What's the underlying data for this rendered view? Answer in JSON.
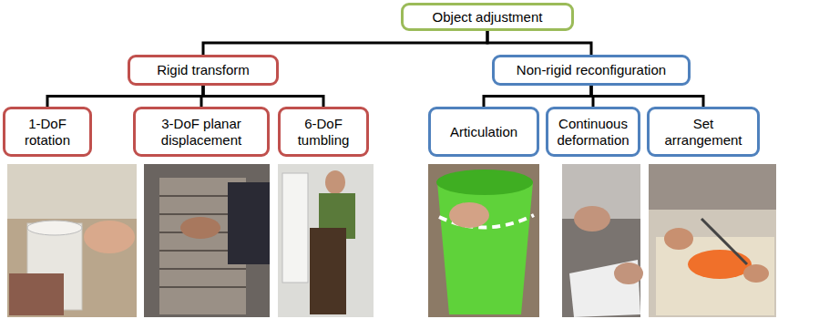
{
  "diagram": {
    "nodes": [
      {
        "text": [
          "Object adjustment"
        ]
      },
      {
        "text": [
          "Rigid transform"
        ]
      },
      {
        "text": [
          "Non-rigid reconfiguration"
        ]
      },
      {
        "text": [
          "1-DoF rotation"
        ]
      },
      {
        "text": [
          "3-DoF planar displacement"
        ]
      },
      {
        "text": [
          "6-DoF tumbling"
        ]
      },
      {
        "text": [
          "Articulation"
        ]
      },
      {
        "text": [
          "Continuous deformation"
        ]
      },
      {
        "text": [
          "Set arrangement"
        ]
      }
    ],
    "edges": [
      {
        "from": 0,
        "to": 1,
        "arrow": "none"
      },
      {
        "from": 0,
        "to": 2,
        "arrow": "none"
      },
      {
        "from": 1,
        "to": 3,
        "arrow": "none"
      },
      {
        "from": 1,
        "to": 4,
        "arrow": "none"
      },
      {
        "from": 1,
        "to": 5,
        "arrow": "none"
      },
      {
        "from": 2,
        "to": 6,
        "arrow": "none"
      },
      {
        "from": 2,
        "to": 7,
        "arrow": "none"
      },
      {
        "from": 2,
        "to": 8,
        "arrow": "none"
      }
    ]
  }
}
